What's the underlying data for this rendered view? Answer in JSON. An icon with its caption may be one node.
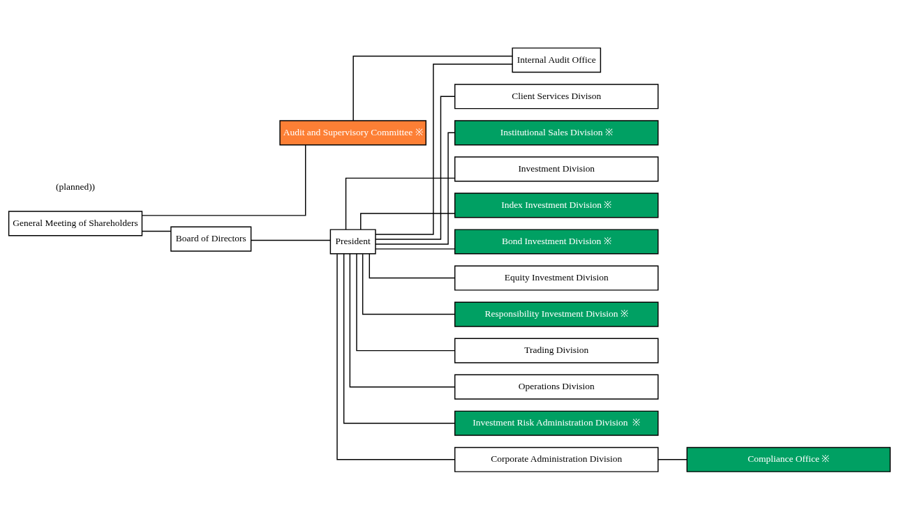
{
  "diagram": {
    "nodes": [
      {
        "text": [
          "General Meeting of Shareholders"
        ]
      },
      {
        "text": [
          "Board of Directors"
        ]
      },
      {
        "text": [
          "Audit and Supervisory Committee ※"
        ]
      },
      {
        "text": [
          "President"
        ]
      },
      {
        "text": [
          "Internal Audit Office"
        ]
      },
      {
        "text": [
          "Client Services Divison"
        ]
      },
      {
        "text": [
          "Institutional Sales Division ※"
        ]
      },
      {
        "text": [
          "Investment Division"
        ]
      },
      {
        "text": [
          "Index Investment Division ※"
        ]
      },
      {
        "text": [
          "Bond Investment Division ※"
        ]
      },
      {
        "text": [
          "Equity Investment Division"
        ]
      },
      {
        "text": [
          "Responsibility Investment Division ※"
        ]
      },
      {
        "text": [
          "Trading Division"
        ]
      },
      {
        "text": [
          "Operations Division"
        ]
      },
      {
        "text": [
          "Investment Risk Administration Division  ※"
        ]
      },
      {
        "text": [
          "Corporate Administration Division"
        ]
      },
      {
        "text": [
          "Compliance Office ※"
        ]
      }
    ],
    "edges": [
      {
        "from": 0,
        "to": 1,
        "arrow": "none"
      },
      {
        "from": 0,
        "to": 2,
        "arrow": "none"
      },
      {
        "from": 1,
        "to": 3,
        "arrow": "none"
      },
      {
        "from": 2,
        "to": 4,
        "arrow": "none"
      },
      {
        "from": 3,
        "to": 4,
        "arrow": "none"
      },
      {
        "from": 3,
        "to": 5,
        "arrow": "none"
      },
      {
        "from": 3,
        "to": 6,
        "arrow": "none"
      },
      {
        "from": 3,
        "to": 7,
        "arrow": "none"
      },
      {
        "from": 3,
        "to": 8,
        "arrow": "none"
      },
      {
        "from": 3,
        "to": 9,
        "arrow": "none"
      },
      {
        "from": 3,
        "to": 10,
        "arrow": "none"
      },
      {
        "from": 3,
        "to": 11,
        "arrow": "none"
      },
      {
        "from": 3,
        "to": 12,
        "arrow": "none"
      },
      {
        "from": 3,
        "to": 13,
        "arrow": "none"
      },
      {
        "from": 3,
        "to": 14,
        "arrow": "none"
      },
      {
        "from": 3,
        "to": 15,
        "arrow": "none"
      },
      {
        "from": 15,
        "to": 16,
        "arrow": "none"
      }
    ],
    "labels": [
      "(planned))"
    ]
  }
}
